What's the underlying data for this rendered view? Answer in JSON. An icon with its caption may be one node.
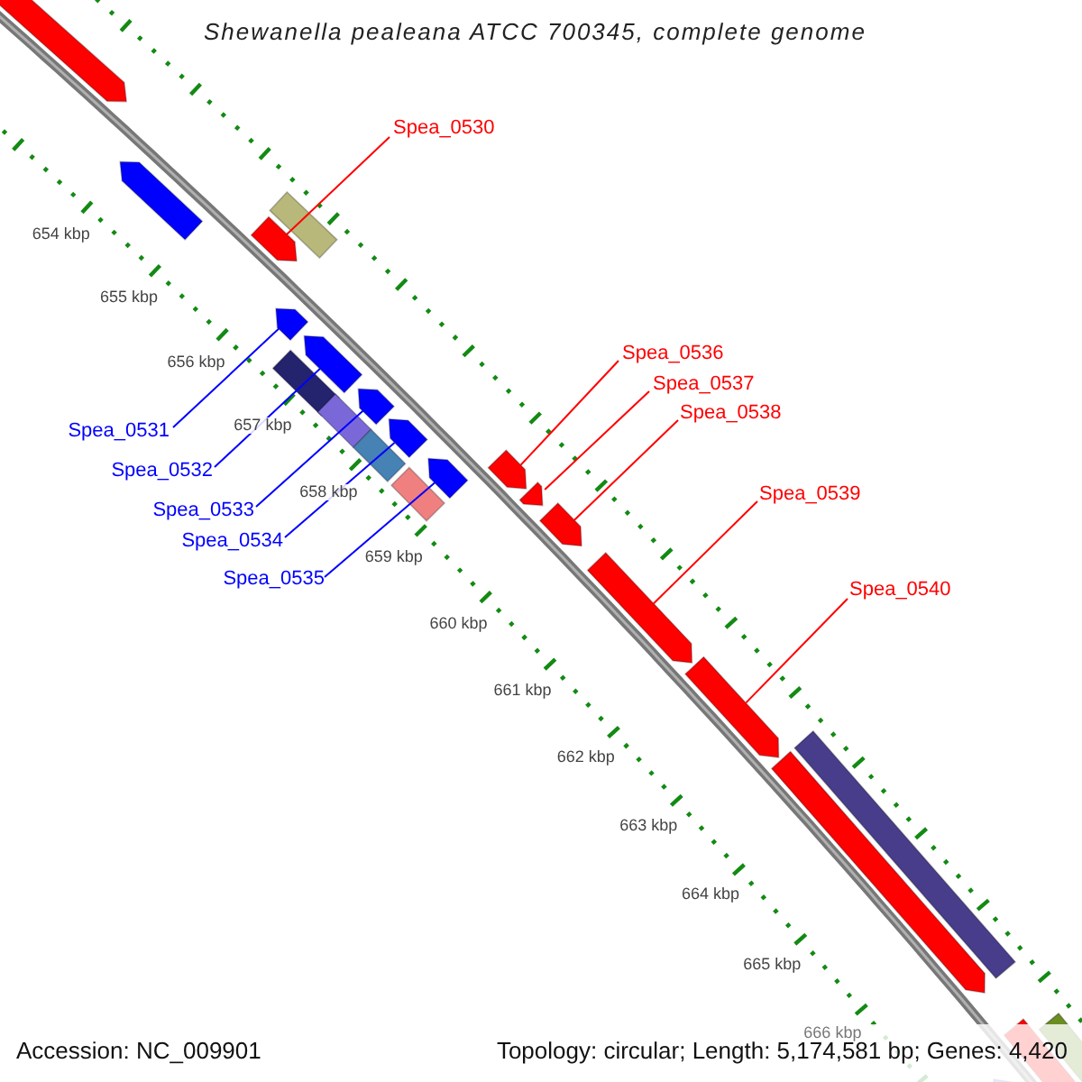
{
  "diagram": {
    "title": "Shewanella pealeana ATCC 700345, complete genome",
    "nodes": [
      {
        "text": [
          "Spea_0530"
        ]
      },
      {
        "text": [],
        "shape": "bar"
      },
      {
        "text": [
          "Spea_0536"
        ]
      },
      {
        "text": [],
        "shape": "bar"
      },
      {
        "text": [
          "Spea_0537"
        ]
      },
      {
        "text": [],
        "shape": "bar"
      },
      {
        "text": [
          "Spea_0538"
        ]
      },
      {
        "text": [],
        "shape": "bar"
      },
      {
        "text": [
          "Spea_0539"
        ]
      },
      {
        "text": [],
        "shape": "bar"
      },
      {
        "text": [
          "Spea_0540"
        ]
      },
      {
        "text": [],
        "shape": "bar"
      },
      {
        "text": [
          "Spea_0531"
        ]
      },
      {
        "text": [],
        "shape": "bar"
      },
      {
        "text": [
          "Spea_0532"
        ]
      },
      {
        "text": [],
        "shape": "bar"
      },
      {
        "text": [
          "Spea_0533"
        ]
      },
      {
        "text": [],
        "shape": "bar"
      },
      {
        "text": [
          "Spea_0534"
        ]
      },
      {
        "text": [],
        "shape": "bar"
      },
      {
        "text": [
          "Spea_0535"
        ]
      },
      {
        "text": [],
        "shape": "bar"
      }
    ],
    "edges": [
      {
        "from": 0,
        "to": 1,
        "arrow": "none"
      },
      {
        "from": 2,
        "to": 3,
        "arrow": "none"
      },
      {
        "from": 4,
        "to": 5,
        "arrow": "none"
      },
      {
        "from": 6,
        "to": 7,
        "arrow": "none"
      },
      {
        "from": 8,
        "to": 9,
        "arrow": "none"
      },
      {
        "from": 10,
        "to": 11,
        "arrow": "none"
      },
      {
        "from": 12,
        "to": 13,
        "arrow": "none",
        "color": "#0000ff"
      },
      {
        "from": 14,
        "to": 15,
        "arrow": "none",
        "color": "#0000ff"
      },
      {
        "from": 16,
        "to": 17,
        "arrow": "none",
        "color": "#0000ff"
      },
      {
        "from": 18,
        "to": 19,
        "arrow": "none",
        "color": "#0000ff"
      },
      {
        "from": 20,
        "to": 21,
        "arrow": "none",
        "color": "#0000ff"
      }
    ],
    "labels": [
      "654 kbp",
      "655 kbp",
      "656 kbp",
      "657 kbp",
      "658 kbp",
      "659 kbp",
      "660 kbp",
      "661 kbp",
      "662 kbp",
      "663 kbp",
      "664 kbp",
      "665 kbp",
      "666 kbp",
      "Accession: NC_009901",
      "Topology: circular; Length: 5,174,581 bp; Genes: 4,420"
    ]
  }
}
